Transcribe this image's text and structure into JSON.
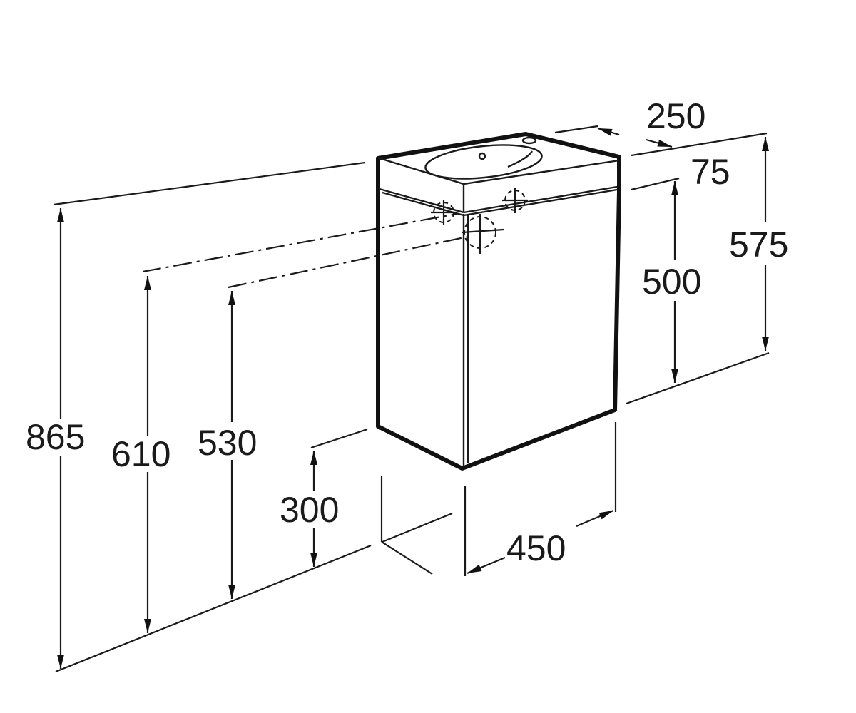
{
  "dimensions": {
    "depth": "250",
    "top_thickness": "75",
    "height_865": "865",
    "height_610": "610",
    "height_530": "530",
    "height_300": "300",
    "width": "450",
    "height_500": "500",
    "height_575": "575"
  },
  "colors": {
    "line": "#1a1a1a",
    "background": "#ffffff"
  }
}
